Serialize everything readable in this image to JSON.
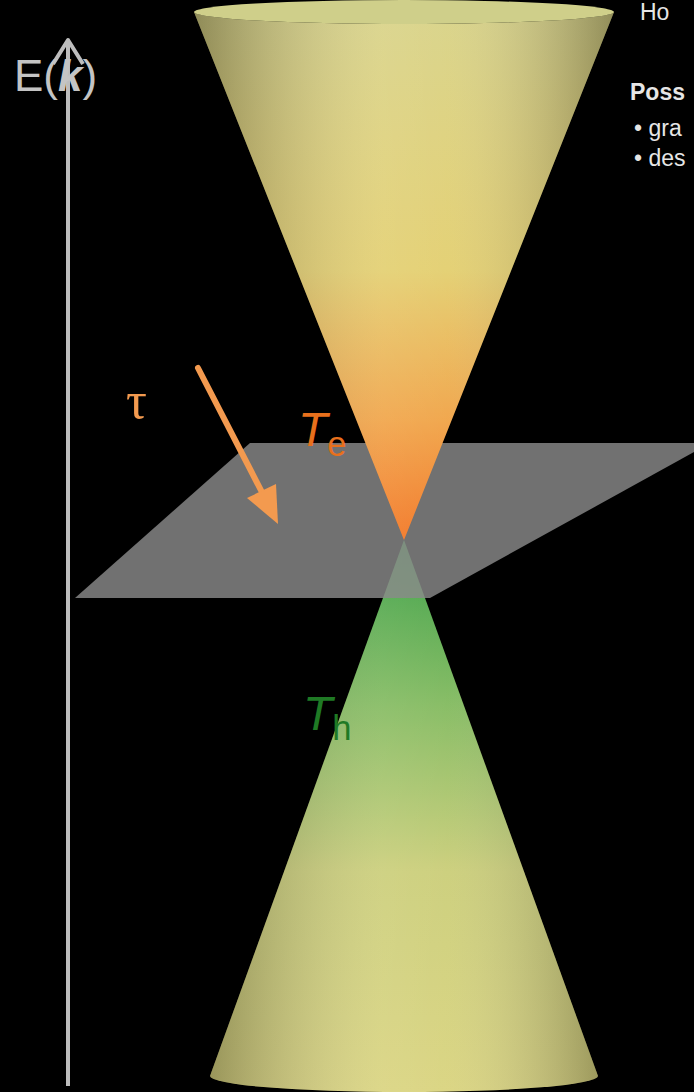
{
  "diagram": {
    "labels": [
      "Ho",
      "Poss",
      "• gra",
      "• des",
      "E(k)",
      "τ",
      "Te",
      "Th"
    ]
  }
}
